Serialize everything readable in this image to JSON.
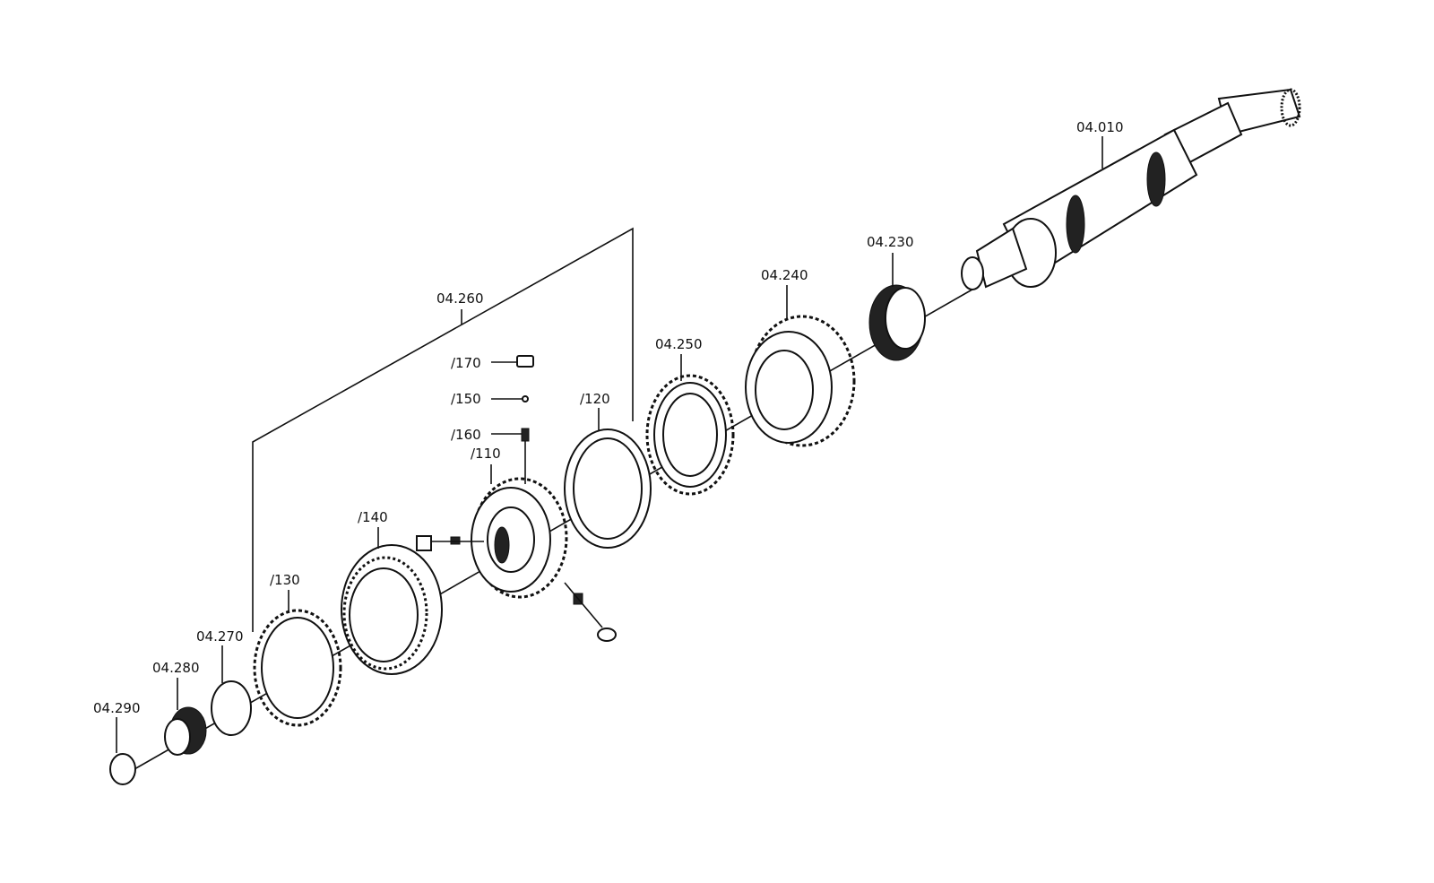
{
  "labels": {
    "p04_010": "04.010",
    "p04_230": "04.230",
    "p04_240": "04.240",
    "p04_250": "04.250",
    "p04_260": "04.260",
    "p04_270": "04.270",
    "p04_280": "04.280",
    "p04_290": "04.290",
    "s110": "/110",
    "s120": "/120",
    "s130": "/130",
    "s140": "/140",
    "s150": "/150",
    "s160": "/160",
    "s170": "/170"
  }
}
